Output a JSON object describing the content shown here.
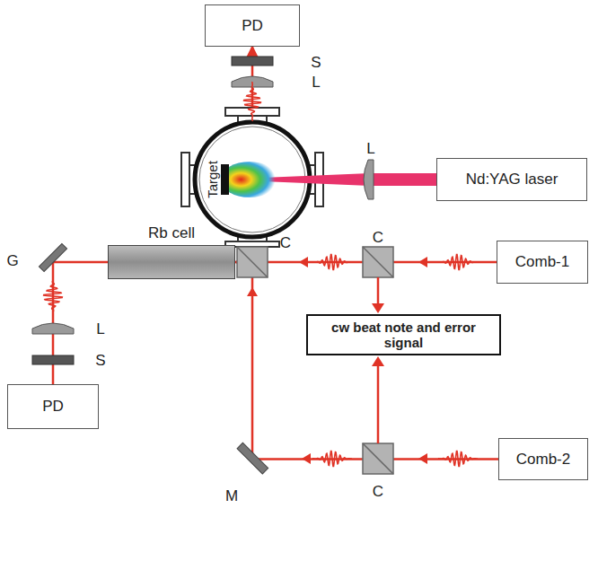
{
  "diagram": {
    "nodes": [
      {
        "text": [
          "PD"
        ]
      },
      {
        "text": [
          "Nd:YAG laser"
        ]
      },
      {
        "text": [
          "Rb cell"
        ]
      },
      {
        "text": [
          "PD"
        ]
      },
      {
        "text": [
          "Comb-1"
        ]
      },
      {
        "text": [
          "cw beat note and error signal"
        ]
      },
      {
        "text": [
          "Comb-2"
        ]
      }
    ],
    "edges": [
      {
        "from": 4,
        "to": 2,
        "arrow": "to"
      },
      {
        "from": 2,
        "to": 3,
        "arrow": "none"
      },
      {
        "from": 6,
        "to": 0,
        "arrow": "to"
      }
    ],
    "labels": [
      "S",
      "L",
      "Target",
      "L",
      "C",
      "C",
      "C",
      "G",
      "L",
      "S",
      "M"
    ]
  }
}
